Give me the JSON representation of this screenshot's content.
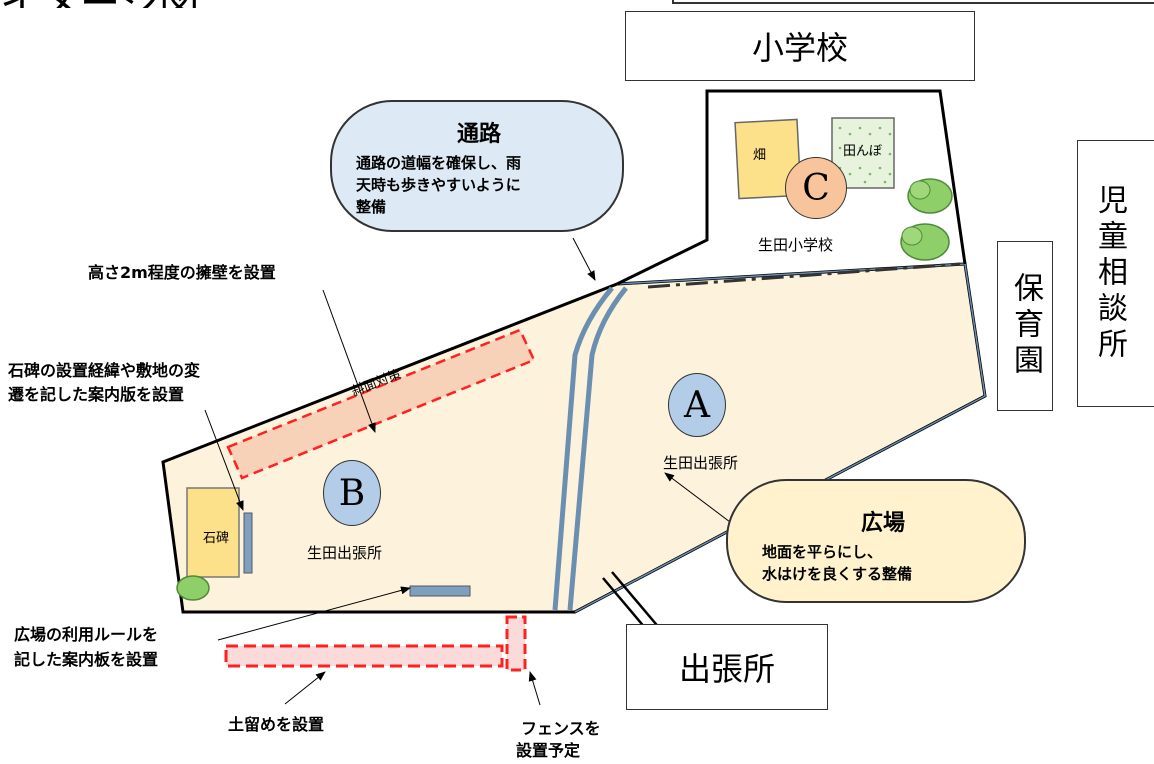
{
  "page_title": "イメージ図",
  "buildings": {
    "elementary_school": "小学校",
    "branch_office": "出張所",
    "nursery": "保育園",
    "child_consultation": "児童相談所"
  },
  "bubbles": {
    "passage": {
      "title": "通路",
      "text_line1": "通路の道幅を確保し、雨",
      "text_line2": "天時も歩きやすいように",
      "text_line3": "整備"
    },
    "plaza": {
      "title": "広場",
      "text_line1": "地面を平らにし、",
      "text_line2": "水はけを良くする整備"
    }
  },
  "annotations": {
    "retaining_wall": "高さ2m程度の擁壁を設置",
    "monument_board_line1": "石碑の設置経緯や敷地の変",
    "monument_board_line2": "遷を記した案内版を設置",
    "plaza_rules_line1": "広場の利用ルールを",
    "plaza_rules_line2": "記した案内板を設置",
    "earth_retaining": "土留めを設置",
    "fence_line1": "フェンスを",
    "fence_line2": "設置予定"
  },
  "areas": {
    "A": {
      "letter": "A",
      "label": "生田出張所"
    },
    "B": {
      "letter": "B",
      "label": "生田出張所"
    },
    "C": {
      "letter": "C",
      "label": "生田小学校"
    }
  },
  "map_labels": {
    "field": "畑",
    "rice_paddy": "田んぼ",
    "monument": "石碑",
    "slope_measure": "斜面対策"
  },
  "colors": {
    "site_fill": "#fdf2dc",
    "circle_blue": "#b3cde9",
    "circle_orange": "#f8c49b",
    "passage_bubble": "#dde9f5",
    "plaza_bubble": "#fff2cc",
    "dashed_red": "#ff0000",
    "path_blue": "#6b8fb0"
  }
}
